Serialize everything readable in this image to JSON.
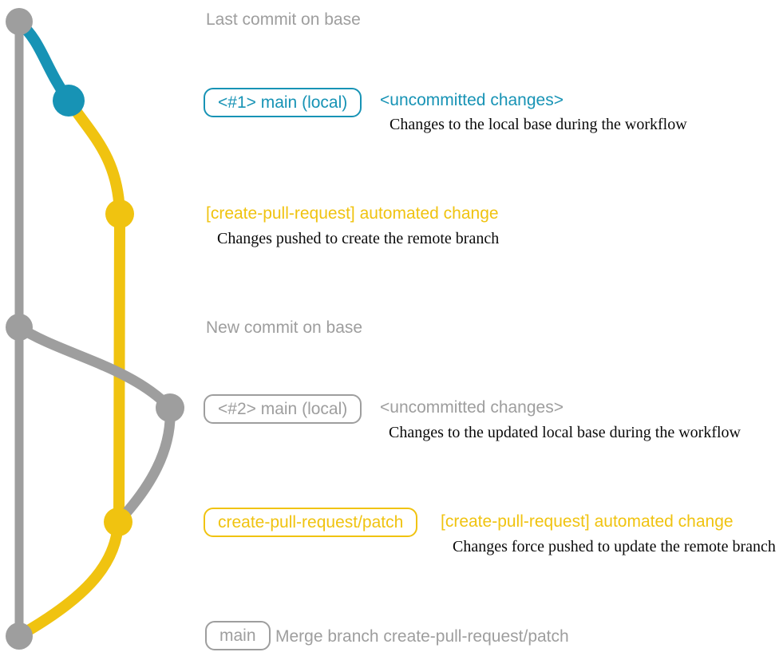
{
  "palette": {
    "base_gray": "#9e9e9e",
    "branch_blue": "#1793b5",
    "branch_yellow": "#f0c310",
    "description_black": "#0a0a0a"
  },
  "graph": {
    "branches": [
      {
        "name": "base",
        "color": "#9e9e9e"
      },
      {
        "name": "local main (blue)",
        "color": "#1793b5"
      },
      {
        "name": "create-pull-request/patch (yellow)",
        "color": "#f0c310"
      },
      {
        "name": "updated local main (gray)",
        "color": "#9e9e9e"
      }
    ],
    "commit_count": 7
  },
  "rows": {
    "r1": {
      "heading": "Last commit on base"
    },
    "r2": {
      "badge": "<#1> main (local)",
      "label": "<uncommitted changes>",
      "desc": "Changes to the local base during the workflow"
    },
    "r3": {
      "label": "[create-pull-request] automated change",
      "desc": "Changes pushed to create the remote branch"
    },
    "r4": {
      "heading": "New commit on base"
    },
    "r5": {
      "badge": "<#2> main (local)",
      "label": "<uncommitted changes>",
      "desc": "Changes to the updated local base during the workflow"
    },
    "r6": {
      "badge": "create-pull-request/patch",
      "label": "[create-pull-request] automated change",
      "desc": "Changes force pushed to update the remote branch"
    },
    "r7": {
      "badge": "main",
      "label": "Merge branch create-pull-request/patch"
    }
  }
}
